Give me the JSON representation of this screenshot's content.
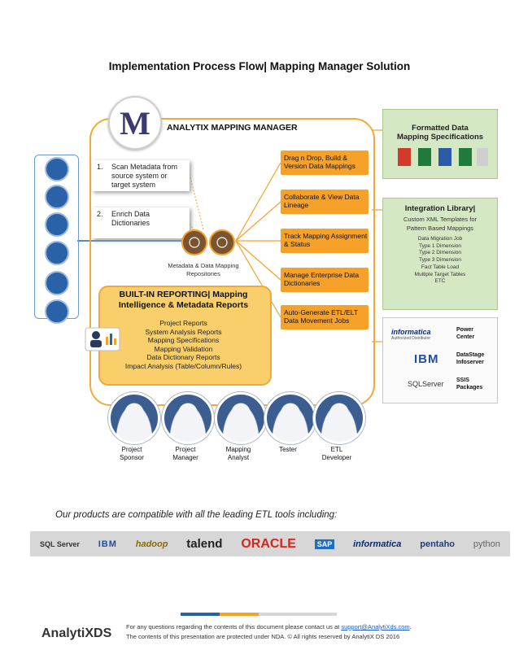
{
  "title": "Implementation Process Flow| Mapping Manager Solution",
  "mapping_manager": {
    "title": "ANALYTIX MAPPING MANAGER",
    "logo_letter": "M",
    "steps": [
      {
        "num": "1.",
        "text": "Scan Metadata from source system or target system"
      },
      {
        "num": "2.",
        "text": "Enrich Data Dictionaries"
      }
    ],
    "repo_label": "Metadata & Data Mapping Repositories",
    "actions": [
      "Drag n Drop, Build & Version Data Mappings",
      "Collaborate & View Data Lineage",
      "Track Mapping Assignment & Status",
      "Manage Enterprise Data Dictionaries",
      "Auto-Generate ETL/ELT Data Movement Jobs"
    ]
  },
  "builtin": {
    "title_line1": "BUILT-IN REPORTING| Mapping",
    "title_line2": "Intelligence & Metadata Reports",
    "items": [
      "Project Reports",
      "System Analysis Reports",
      "Mapping Specifications",
      "Mapping Validation",
      "Data Dictionary Reports",
      "Impact Analysis (Table/Column/Rules)"
    ]
  },
  "formatted": {
    "title_line1": "Formatted Data",
    "title_line2": "Mapping Specifications"
  },
  "integration": {
    "title": "Integration Library|",
    "subtitle_line1": "Custom XML Templates for",
    "subtitle_line2": "Pattern Based Mappings",
    "items": [
      "Data Migration Job",
      "Type 1 Dimension",
      "Type 2 Dimension",
      "Type 3 Dimension",
      "Fact Table Load",
      "Multiple Target Tables",
      "ETC"
    ]
  },
  "tools": [
    {
      "brand": "informatica",
      "sub": "Authorized Distributor",
      "label_line1": "Power",
      "label_line2": "Center"
    },
    {
      "brand": "IBM",
      "sub": "",
      "label_line1": "DataStage",
      "label_line2": "Infoserver"
    },
    {
      "brand": "SQLServer",
      "sub": "",
      "label_line1": "SSIS",
      "label_line2": "Packages"
    }
  ],
  "roles": [
    {
      "line1": "Project",
      "line2": "Sponsor"
    },
    {
      "line1": "Project",
      "line2": "Manager"
    },
    {
      "line1": "Mapping",
      "line2": "Analyst"
    },
    {
      "line1": "Tester",
      "line2": ""
    },
    {
      "line1": "ETL",
      "line2": "Developer"
    }
  ],
  "compat_text": "Our products are compatible with all the leading ETL tools including:",
  "etl_tools": [
    "SQL Server",
    "IBM",
    "hadoop",
    "talend",
    "ORACLE",
    "SAP",
    "informatica",
    "pentaho",
    "python"
  ],
  "footer": {
    "logo": "AnalytiXDS",
    "line1_prefix": "For any questions regarding the contents of this document please contact us at ",
    "email": "support@AnalytiXds.com",
    "line1_suffix": ".",
    "line2": "The contents of this presentation are protected under NDA. © All rights reserved by AnalytiX DS 2016"
  },
  "colors": {
    "orange": "#f5a12a",
    "blue": "#2a62a8",
    "green_box": "#d5e8c4",
    "report_yellow": "#f9cf6b"
  }
}
